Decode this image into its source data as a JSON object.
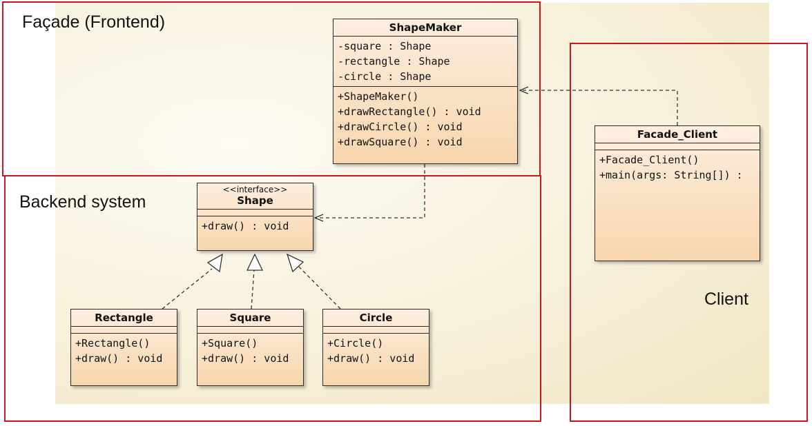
{
  "regions": {
    "frontend_label": "Façade (Frontend)",
    "backend_label": "Backend system",
    "client_label": "Client"
  },
  "classes": {
    "shapemaker": {
      "name": "ShapeMaker",
      "attributes": [
        "-square : Shape",
        "-rectangle : Shape",
        "-circle : Shape"
      ],
      "methods": [
        "+ShapeMaker()",
        "+drawRectangle() : void",
        "+drawCircle() : void",
        "+drawSquare() : void"
      ]
    },
    "facade_client": {
      "name": "Facade_Client",
      "methods": [
        "+Facade_Client()",
        "+main(args: String[]) :"
      ]
    },
    "shape": {
      "stereotype": "<<interface>>",
      "name": "Shape",
      "methods": [
        "+draw() : void"
      ]
    },
    "rectangle": {
      "name": "Rectangle",
      "methods": [
        "+Rectangle()",
        "+draw() : void"
      ]
    },
    "square": {
      "name": "Square",
      "methods": [
        "+Square()",
        "+draw() : void"
      ]
    },
    "circle": {
      "name": "Circle",
      "methods": [
        "+Circle()",
        "+draw() : void"
      ]
    }
  },
  "colors": {
    "region_border": "#c8161d",
    "class_fill_top": "#fdeee0",
    "class_fill_bottom": "#f7d6ad",
    "canvas_bg": "#f5edd5"
  }
}
